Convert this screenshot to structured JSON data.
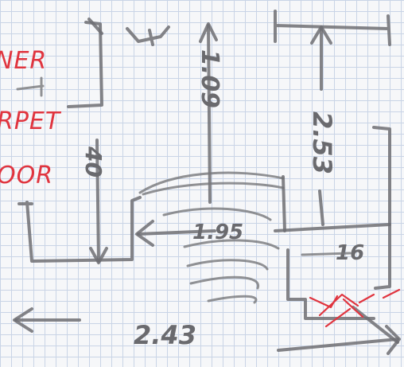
{
  "notes": {
    "red_line_1": "NER",
    "red_line_2": "RPET",
    "red_line_3": "OOR"
  },
  "measurements": {
    "top_vertical": "1.09",
    "left_vertical": "40",
    "right_vertical": "2.53",
    "middle_horizontal": "1.95",
    "inner_right": "16",
    "bottom_horizontal": "2.43"
  },
  "colors": {
    "pencil": "#6f6f73",
    "red_ink": "#e0353f",
    "grid": "#c9d4e6"
  }
}
